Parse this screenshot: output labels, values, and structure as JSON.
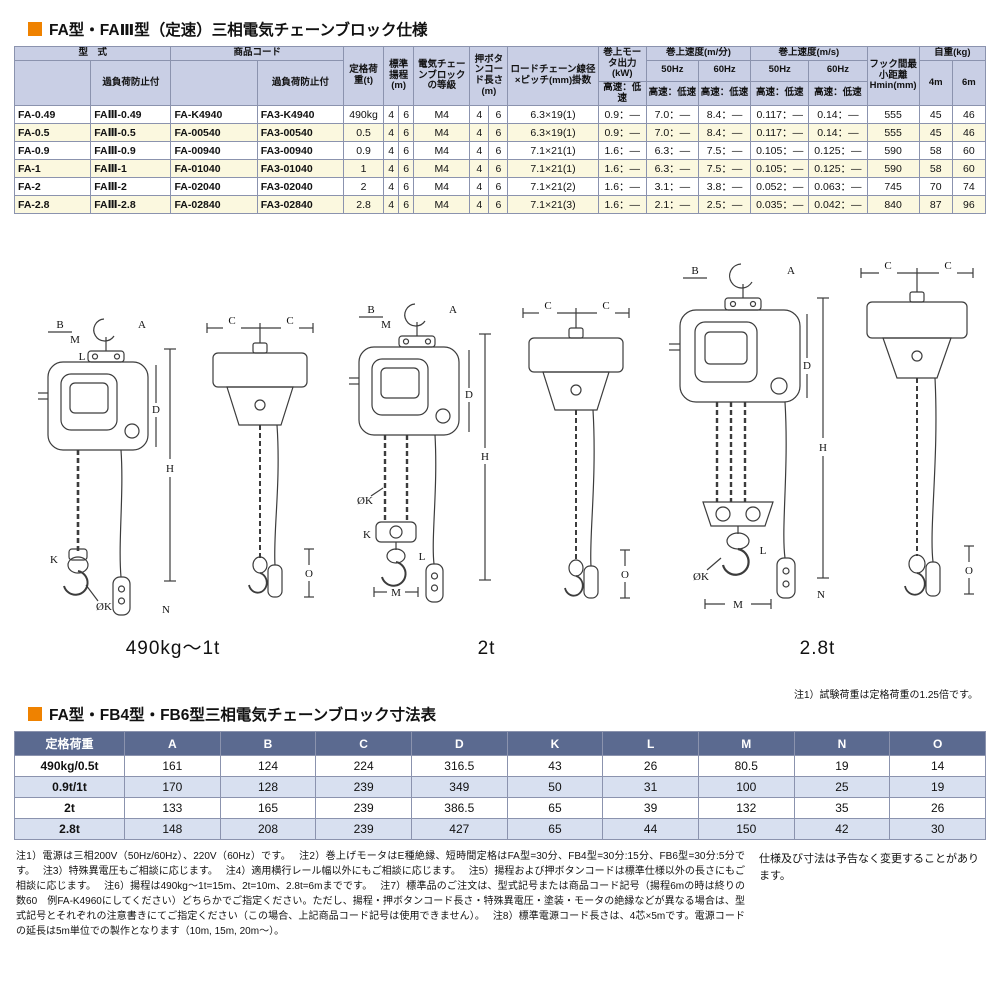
{
  "titles": {
    "spec": "FA型・FAⅢ型（定速）三相電気チェーンブロック仕様",
    "dims": "FA型・FB4型・FB6型三相電気チェーンブロック寸法表"
  },
  "notes": {
    "test_load": "注1）試験荷重は定格荷重の1.25倍です。",
    "subject_to_change": "仕様及び寸法は予告なく変更することがあります。"
  },
  "spec_table": {
    "headers": {
      "model": "型　式",
      "overload": "過負荷防止付",
      "product_code": "商品コード",
      "capacity": "定格荷重(t)",
      "lift": "標準揚程(m)",
      "grade": "電気チェーンブロックの等級",
      "pushbutton": "押ボタンコード長さ(m)",
      "chain": "ロードチェーン線径×ピッチ(mm)掛数",
      "motor": "巻上モータ出力(kW)",
      "speed_min": "巻上速度(m/分)",
      "speed_sec": "巻上速度(m/s)",
      "hz50": "50Hz",
      "hz60": "60Hz",
      "split": "高速：低速",
      "hook_min": "フック間最小距離Hmin(mm)",
      "weight": "自重(kg)",
      "w4m": "4m",
      "w6m": "6m"
    },
    "rows": [
      [
        "FA-0.49",
        "FAⅢ-0.49",
        "FA-K4940",
        "FA3-K4940",
        "490kg",
        "4",
        "6",
        "M4",
        "4",
        "6",
        "6.3×19(1)",
        "0.9：―",
        "7.0：―",
        "8.4：―",
        "0.117：―",
        "0.14：―",
        "555",
        "45",
        "46"
      ],
      [
        "FA-0.5",
        "FAⅢ-0.5",
        "FA-00540",
        "FA3-00540",
        "0.5",
        "4",
        "6",
        "M4",
        "4",
        "6",
        "6.3×19(1)",
        "0.9：―",
        "7.0：―",
        "8.4：―",
        "0.117：―",
        "0.14：―",
        "555",
        "45",
        "46"
      ],
      [
        "FA-0.9",
        "FAⅢ-0.9",
        "FA-00940",
        "FA3-00940",
        "0.9",
        "4",
        "6",
        "M4",
        "4",
        "6",
        "7.1×21(1)",
        "1.6：―",
        "6.3：―",
        "7.5：―",
        "0.105：―",
        "0.125：―",
        "590",
        "58",
        "60"
      ],
      [
        "FA-1",
        "FAⅢ-1",
        "FA-01040",
        "FA3-01040",
        "1",
        "4",
        "6",
        "M4",
        "4",
        "6",
        "7.1×21(1)",
        "1.6：―",
        "6.3：―",
        "7.5：―",
        "0.105：―",
        "0.125：―",
        "590",
        "58",
        "60"
      ],
      [
        "FA-2",
        "FAⅢ-2",
        "FA-02040",
        "FA3-02040",
        "2",
        "4",
        "6",
        "M4",
        "4",
        "6",
        "7.1×21(2)",
        "1.6：―",
        "3.1：―",
        "3.8：―",
        "0.052：―",
        "0.063：―",
        "745",
        "70",
        "74"
      ],
      [
        "FA-2.8",
        "FAⅢ-2.8",
        "FA-02840",
        "FA3-02840",
        "2.8",
        "4",
        "6",
        "M4",
        "4",
        "6",
        "7.1×21(3)",
        "1.6：―",
        "2.1：―",
        "2.5：―",
        "0.035：―",
        "0.042：―",
        "840",
        "87",
        "96"
      ]
    ]
  },
  "figures": [
    {
      "caption": "490kg〜1t"
    },
    {
      "caption": "2t"
    },
    {
      "caption": "2.8t"
    }
  ],
  "dims": {
    "A": "A",
    "B": "B",
    "C": "C",
    "D": "D",
    "H": "H",
    "K": "K",
    "L": "L",
    "M": "M",
    "N": "N",
    "O": "O",
    "phiK": "ØK"
  },
  "dim_table": {
    "headers": [
      "定格荷重",
      "A",
      "B",
      "C",
      "D",
      "K",
      "L",
      "M",
      "N",
      "O"
    ],
    "rows": [
      [
        "490kg/0.5t",
        "161",
        "124",
        "224",
        "316.5",
        "43",
        "26",
        "80.5",
        "19",
        "14"
      ],
      [
        "0.9t/1t",
        "170",
        "128",
        "239",
        "349",
        "50",
        "31",
        "100",
        "25",
        "19"
      ],
      [
        "2t",
        "133",
        "165",
        "239",
        "386.5",
        "65",
        "39",
        "132",
        "35",
        "26"
      ],
      [
        "2.8t",
        "148",
        "208",
        "239",
        "427",
        "65",
        "44",
        "150",
        "42",
        "30"
      ]
    ]
  },
  "footnotes": [
    "注1）電源は三相200V（50Hz/60Hz）、220V（60Hz）です。",
    "注2）巻上げモータはE種絶縁、短時間定格はFA型=30分、FB4型=30分:15分、FB6型=30分:5分です。",
    "注3）特殊異電圧もご相談に応じます。",
    "注4）適用横行レール幅以外にもご相談に応じます。",
    "注5）揚程および押ボタンコードは標準仕様以外の長さにもご相談に応じます。",
    "注6）揚程は490kg〜1t=15m、2t=10m、2.8t=6mまでです。",
    "注7）標準品のご注文は、型式記号または商品コード記号（揚程6mの時は終りの数60　例FA-K4960にしてください）どちらかでご指定ください。ただし、揚程・押ボタンコード長さ・特殊異電圧・塗装・モータの絶縁などが異なる場合は、型式記号とそれぞれの注意書きにてご指定ください（この場合、上記商品コード記号は使用できません）。",
    "注8）標準電源コード長さは、4芯×5mです。電源コードの延長は5m単位での製作となります（10m, 15m, 20m〜）。"
  ]
}
